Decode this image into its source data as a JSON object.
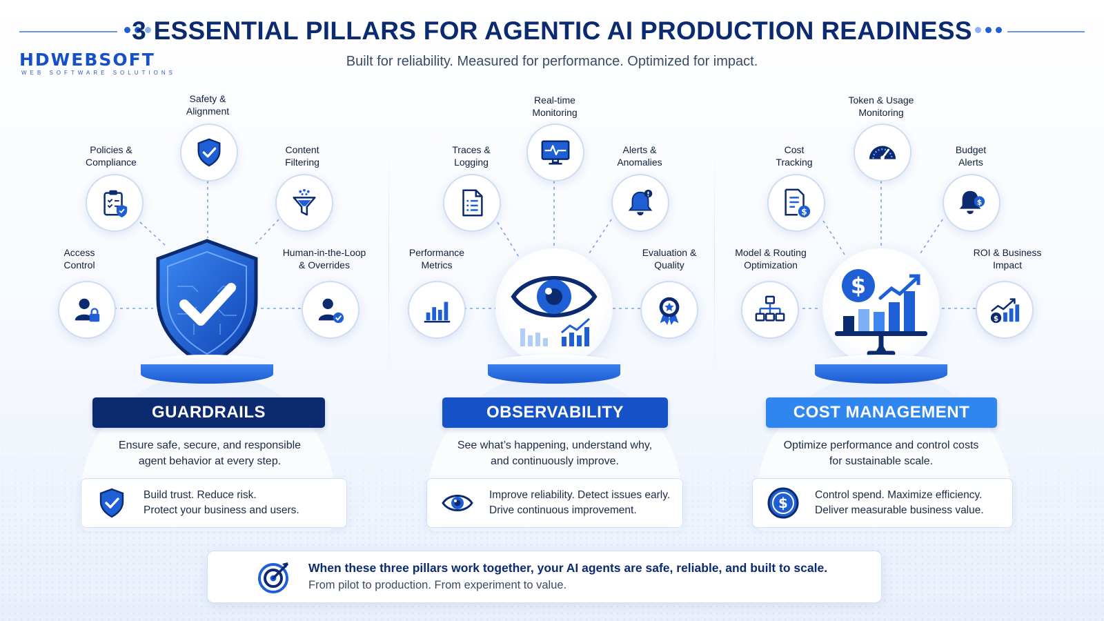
{
  "header": {
    "title": "3 ESSENTIAL PILLARS FOR AGENTIC AI PRODUCTION READINESS",
    "subtitle": "Built for reliability. Measured for performance. Optimized for impact."
  },
  "logo": {
    "name": "HDWEBSOFT",
    "tagline": "WEB SOFTWARE SOLUTIONS"
  },
  "colors": {
    "navy": "#0b2a6f",
    "primary": "#1f5fd6",
    "bright": "#2f86ee",
    "light": "#cfdcf2"
  },
  "pillars": [
    {
      "banner": "GUARDRAILS",
      "hero_icon": "shield-check-icon",
      "description_l1": "Ensure safe, secure, and responsible",
      "description_l2": "agent behavior at every step.",
      "benefit_icon": "shield-check-icon",
      "benefit_l1": "Build trust. Reduce risk.",
      "benefit_l2": "Protect your business and users.",
      "items": [
        {
          "label": "Access\nControl",
          "icon": "user-lock-icon"
        },
        {
          "label": "Policies &\nCompliance",
          "icon": "clipboard-check-icon"
        },
        {
          "label": "Safety &\nAlignment",
          "icon": "shield-check-icon"
        },
        {
          "label": "Content\nFiltering",
          "icon": "filter-funnel-icon"
        },
        {
          "label": "Human-in-the-Loop\n& Overrides",
          "icon": "user-check-icon"
        }
      ]
    },
    {
      "banner": "OBSERVABILITY",
      "hero_icon": "eye-icon",
      "description_l1": "See what’s happening, understand why,",
      "description_l2": "and continuously improve.",
      "benefit_icon": "eye-icon",
      "benefit_l1": "Improve reliability. Detect issues early.",
      "benefit_l2": "Drive continuous improvement.",
      "items": [
        {
          "label": "Performance\nMetrics",
          "icon": "bar-chart-icon"
        },
        {
          "label": "Traces &\nLogging",
          "icon": "document-list-icon"
        },
        {
          "label": "Real-time\nMonitoring",
          "icon": "monitor-pulse-icon"
        },
        {
          "label": "Alerts &\nAnomalies",
          "icon": "bell-alert-icon"
        },
        {
          "label": "Evaluation &\nQuality",
          "icon": "award-badge-icon"
        }
      ]
    },
    {
      "banner": "COST MANAGEMENT",
      "hero_icon": "cost-scale-chart-icon",
      "description_l1": "Optimize performance and control costs",
      "description_l2": "for sustainable scale.",
      "benefit_icon": "dollar-circle-icon",
      "benefit_l1": "Control spend. Maximize efficiency.",
      "benefit_l2": "Deliver measurable business value.",
      "items": [
        {
          "label": "Model & Routing\nOptimization",
          "icon": "hierarchy-icon"
        },
        {
          "label": "Cost\nTracking",
          "icon": "document-dollar-icon"
        },
        {
          "label": "Token & Usage\nMonitoring",
          "icon": "gauge-icon"
        },
        {
          "label": "Budget\nAlerts",
          "icon": "bell-dollar-icon"
        },
        {
          "label": "ROI & Business\nImpact",
          "icon": "roi-chart-icon"
        }
      ]
    }
  ],
  "footer": {
    "icon": "target-icon",
    "line1": "When these three pillars work together, your AI agents are safe, reliable, and built to scale.",
    "line2": "From pilot to production. From experiment to value."
  }
}
